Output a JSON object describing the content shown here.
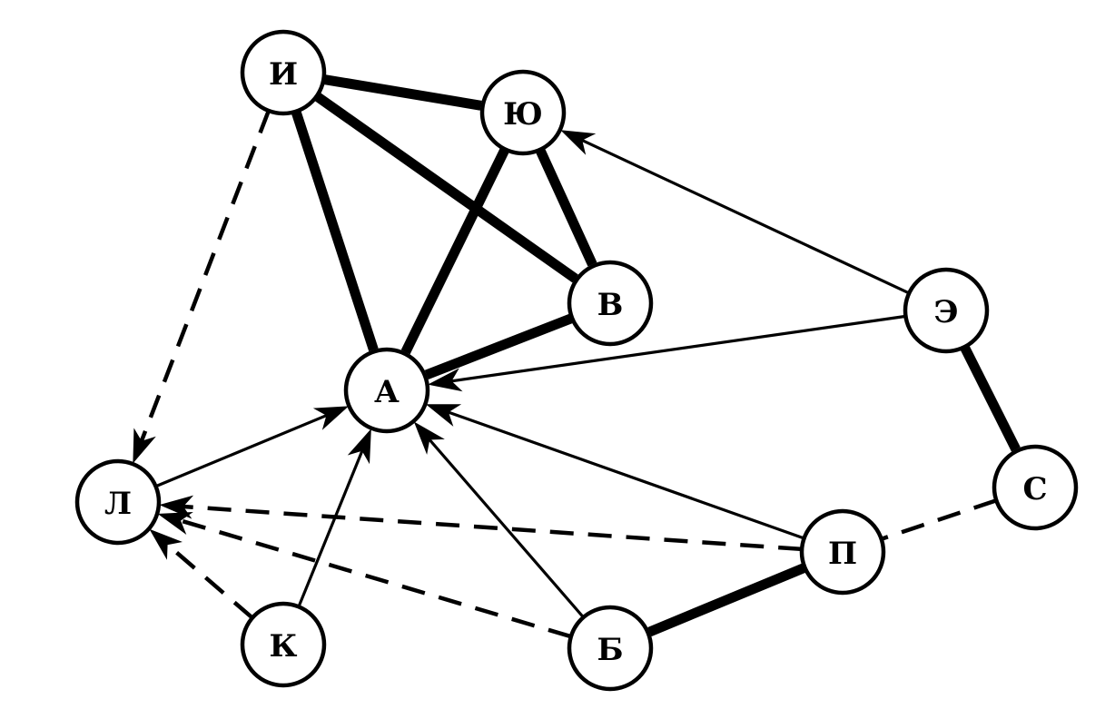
{
  "diagram": {
    "nodes": [
      {
        "id": "I",
        "label": "И"
      },
      {
        "id": "YU",
        "label": "Ю"
      },
      {
        "id": "V",
        "label": "В"
      },
      {
        "id": "E",
        "label": "Э"
      },
      {
        "id": "A",
        "label": "А"
      },
      {
        "id": "L",
        "label": "Л"
      },
      {
        "id": "S",
        "label": "С"
      },
      {
        "id": "P",
        "label": "П"
      },
      {
        "id": "K",
        "label": "К"
      },
      {
        "id": "B",
        "label": "Б"
      }
    ],
    "edges": [
      {
        "from": "I",
        "to": "YU",
        "style": "thick",
        "arrow": false
      },
      {
        "from": "I",
        "to": "A",
        "style": "thick",
        "arrow": false
      },
      {
        "from": "I",
        "to": "V",
        "style": "thick",
        "arrow": false
      },
      {
        "from": "YU",
        "to": "A",
        "style": "thick",
        "arrow": false
      },
      {
        "from": "YU",
        "to": "V",
        "style": "thick",
        "arrow": false
      },
      {
        "from": "V",
        "to": "A",
        "style": "thick",
        "arrow": false
      },
      {
        "from": "E",
        "to": "S",
        "style": "thick",
        "arrow": false
      },
      {
        "from": "P",
        "to": "B",
        "style": "thick",
        "arrow": false
      },
      {
        "from": "E",
        "to": "YU",
        "style": "thin",
        "arrow": true
      },
      {
        "from": "E",
        "to": "A",
        "style": "thin",
        "arrow": true
      },
      {
        "from": "L",
        "to": "A",
        "style": "thin",
        "arrow": true
      },
      {
        "from": "K",
        "to": "A",
        "style": "thin",
        "arrow": true
      },
      {
        "from": "B",
        "to": "A",
        "style": "thin",
        "arrow": true
      },
      {
        "from": "P",
        "to": "A",
        "style": "thin",
        "arrow": true
      },
      {
        "from": "I",
        "to": "L",
        "style": "dashed",
        "arrow": true
      },
      {
        "from": "P",
        "to": "L",
        "style": "dashed",
        "arrow": true
      },
      {
        "from": "B",
        "to": "L",
        "style": "dashed",
        "arrow": true
      },
      {
        "from": "K",
        "to": "L",
        "style": "dashed",
        "arrow": true
      },
      {
        "from": "S",
        "to": "P",
        "style": "dashed",
        "arrow": false
      }
    ]
  }
}
